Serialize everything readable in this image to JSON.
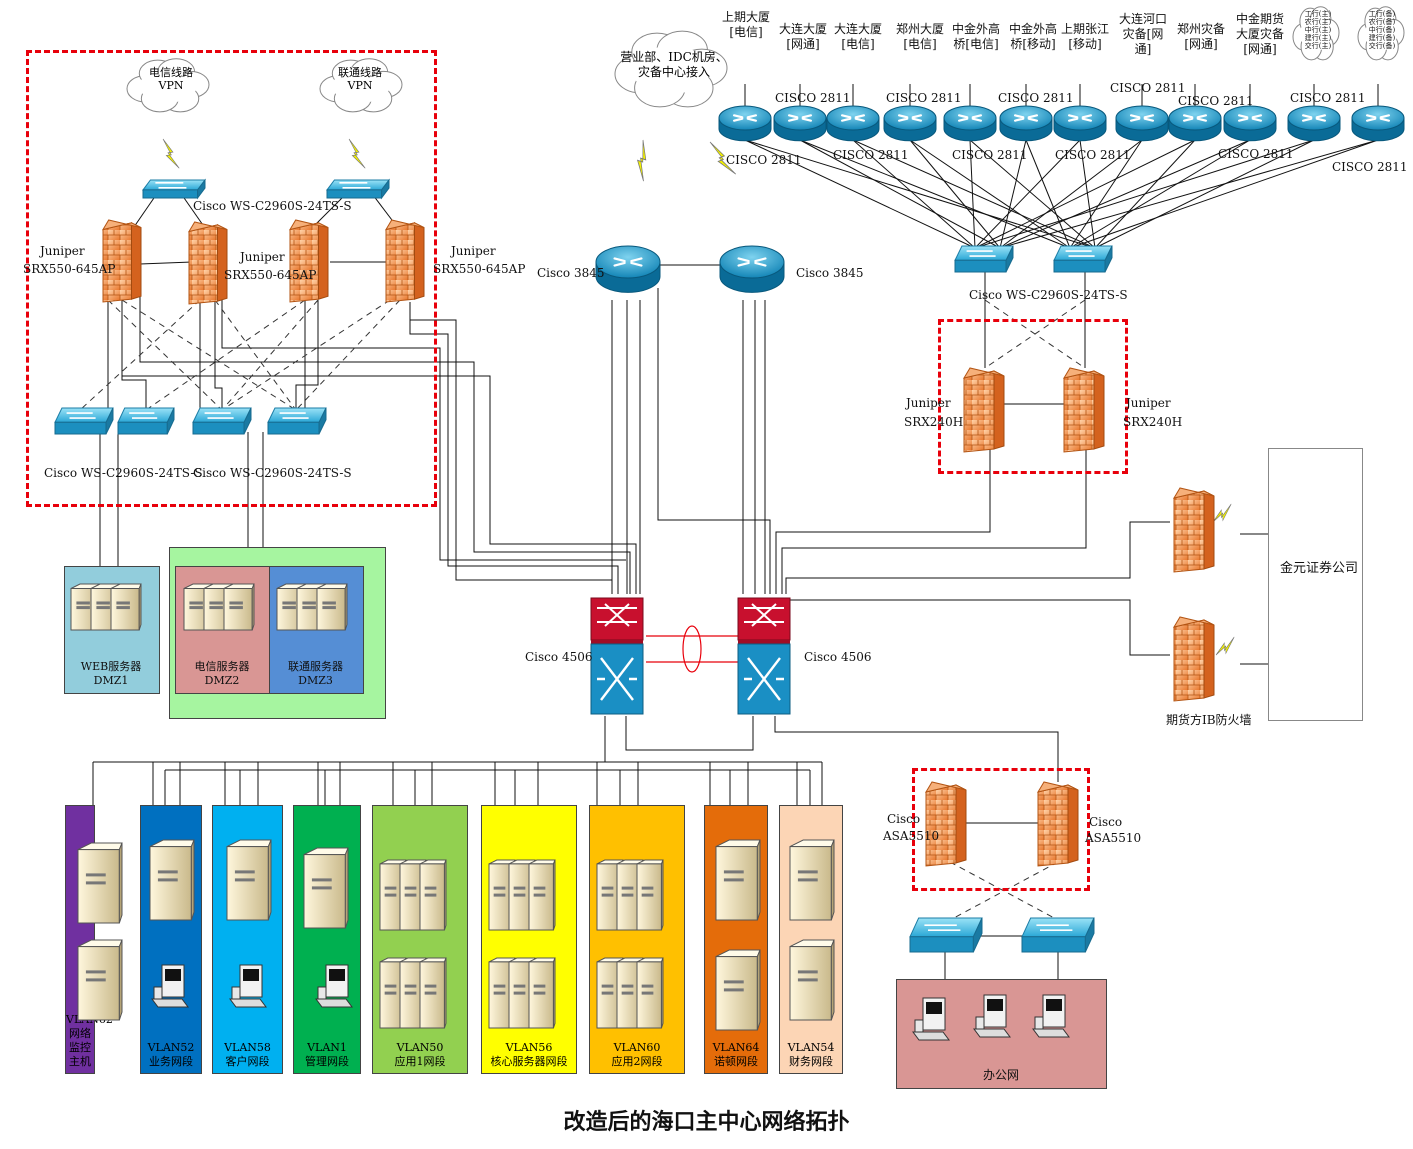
{
  "title": "改造后的海口主中心网络拓扑",
  "clouds": {
    "telecom": "电信线路VPN",
    "unicom": "联通线路VPN",
    "access": "营业部、IDC机房、灾备中心接入"
  },
  "branches": [
    "上期大厦[电信]",
    "大连大厦[网通]",
    "大连大厦[电信]",
    "郑州大厦[电信]",
    "中金外高桥[电信]",
    "中金外高桥[移动]",
    "上期张江[移动]",
    "大连河口灾备[网通]",
    "郑州灾备[网通]",
    "中金期货大厦灾备[网通]"
  ],
  "bank_clouds": {
    "a": [
      "工行(主)",
      "农行(主)",
      "中行(主)",
      "建行(主)",
      "交行(主)"
    ],
    "b": [
      "工行(备)",
      "农行(备)",
      "中行(备)",
      "建行(备)",
      "交行(备)"
    ]
  },
  "labels": {
    "c2811": "CISCO 2811",
    "c2960": "Cisco WS-C2960S-24TS-S",
    "juniper": "Juniper",
    "srx550": "SRX550-645AP",
    "srx240": "SRX240H",
    "c3845": "Cisco 3845",
    "c4506": "Cisco 4506",
    "cisco": "Cisco",
    "asa": "ASA5510",
    "jinyuan": "金元证券公司",
    "ib_fw": "期货方IB防火墙",
    "office": "办公网"
  },
  "dmz": [
    {
      "name": "WEB服务器",
      "zone": "DMZ1",
      "color": "#92cddc"
    },
    {
      "name": "电信服务器",
      "zone": "DMZ2",
      "color": "#d99694"
    },
    {
      "name": "联通服务器",
      "zone": "DMZ3",
      "color": "#558ed5"
    }
  ],
  "dmz_group_color": "#a6f5a0",
  "vlans": [
    {
      "id": "VLAN62",
      "name": "网络监控主机",
      "color": "#7030a0"
    },
    {
      "id": "VLAN52",
      "name": "业务网段",
      "color": "#0070c0"
    },
    {
      "id": "VLAN58",
      "name": "客户网段",
      "color": "#00b0f0"
    },
    {
      "id": "VLAN1",
      "name": "管理网段",
      "color": "#00b050"
    },
    {
      "id": "VLAN50",
      "name": "应用1网段",
      "color": "#92d050"
    },
    {
      "id": "VLAN56",
      "name": "核心服务器网段",
      "color": "#ffff00"
    },
    {
      "id": "VLAN60",
      "name": "应用2网段",
      "color": "#ffc000"
    },
    {
      "id": "VLAN64",
      "name": "诺顿网段",
      "color": "#e46c0a"
    },
    {
      "id": "VLAN54",
      "name": "财务网段",
      "color": "#fcd5b5"
    }
  ],
  "office_color": "#d99694",
  "accent_red": "#e8000b",
  "icons": [
    "cloud-icon",
    "router-icon",
    "switch-icon",
    "firewall-icon",
    "core-switch-icon",
    "server-icon",
    "workstation-icon",
    "lightning-icon"
  ]
}
